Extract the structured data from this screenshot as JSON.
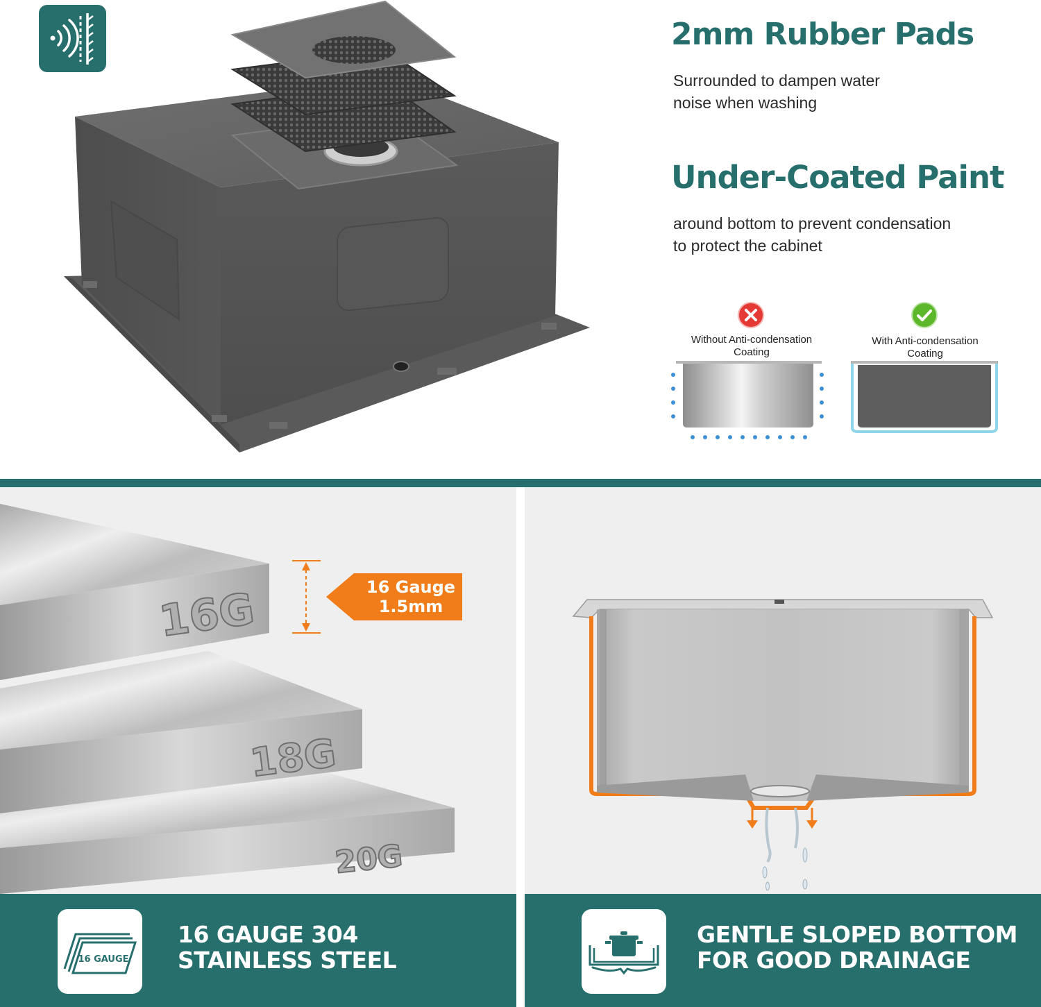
{
  "features": {
    "rubber_pads": {
      "title": "2mm Rubber Pads",
      "line1": "Surrounded to dampen water",
      "line2": "noise when washing"
    },
    "under_coated_paint": {
      "title": "Under-Coated Paint",
      "line1": "around bottom to prevent condensation",
      "line2": "to protect the cabinet"
    }
  },
  "comparison": {
    "without": {
      "line1": "Without Anti-condensation",
      "line2": "Coating"
    },
    "with": {
      "line1": "With Anti-condensation",
      "line2": "Coating"
    }
  },
  "gauge_sheets": {
    "labels": [
      "16G",
      "18G",
      "20G"
    ],
    "callout_line1": "16 Gauge",
    "callout_line2": "1.5mm"
  },
  "footers": {
    "steel": {
      "icon_text": "16 GAUGE",
      "line1": "16 GAUGE 304",
      "line2": "STAINLESS STEEL"
    },
    "drainage": {
      "line1": "GENTLE SLOPED BOTTOM",
      "line2": "FOR GOOD DRAINAGE"
    }
  },
  "colors": {
    "brand_teal": "#276f6d",
    "accent_orange": "#f07d19",
    "error_red": "#e53935",
    "success_green": "#5cb82a"
  },
  "icons": {
    "sound_badge": "sound-dampening-icon",
    "without_status": "error-x-icon",
    "with_status": "check-icon",
    "steel_footer": "gauge-sheets-icon",
    "drain_footer": "pot-in-sink-icon"
  }
}
